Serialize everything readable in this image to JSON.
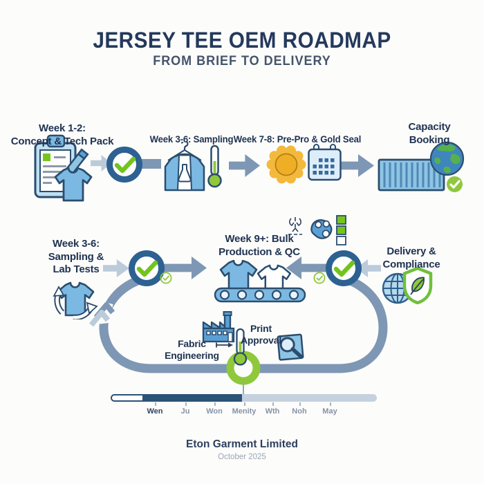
{
  "header": {
    "title": "JERSEY TEE OEM ROADMAP",
    "subtitle": "FROM BRIEF TO DELIVERY"
  },
  "stages": {
    "concept": {
      "line1": "Week 1-2:",
      "line2": "Concept & Tech Pack"
    },
    "sampling": {
      "label": "Week 3-6: Sampling"
    },
    "prepro": {
      "label": "Week 7-8: Pre-Pro & Gold Seal"
    },
    "capacity": {
      "line1": "Capacity",
      "line2": "Booking"
    },
    "labtests": {
      "line1": "Week 3-6:",
      "line2": "Sampling &",
      "line3": "Lab Tests"
    },
    "bulk": {
      "line1": "Week 9+: Bulk",
      "line2": "Production & QC"
    },
    "delivery": {
      "line1": "Delivery &",
      "line2": "Compliance"
    },
    "fabric": {
      "line1": "Fabric",
      "line2": "Engineering"
    },
    "print": {
      "line1": "Print",
      "line2": "Approval"
    }
  },
  "timeline": {
    "labels": [
      "Wen",
      "Ju",
      "Won",
      "Menity",
      "Wth",
      "Noh",
      "May"
    ],
    "segments": [
      "white-outline",
      "navy-filled",
      "light-remaining"
    ]
  },
  "footer": {
    "company": "Eton Garment Limited",
    "date": "October 2025"
  },
  "colors": {
    "title_navy": "#24395c",
    "icon_outline": "#2b4d6e",
    "ring_blue": "#2d6191",
    "check_green": "#72c41c",
    "lime_ring": "#8fc83a",
    "loop_gray_blue": "#7e97b4",
    "light_arrow": "#bccbda",
    "icon_blue": "#7cb9e2",
    "gold_seal": "#f3b93c",
    "timeline_navy": "#2d5278",
    "timeline_light": "#c5d1de"
  }
}
